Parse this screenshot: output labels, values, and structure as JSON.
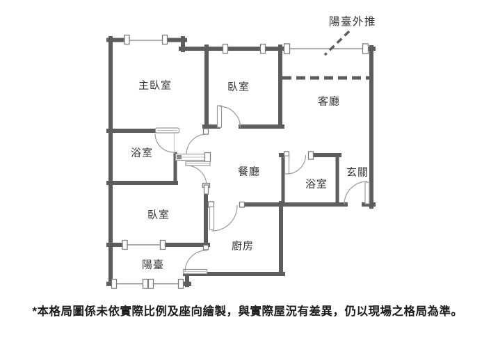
{
  "title": "apartment-floor-plan",
  "colors": {
    "background": "#ffffff",
    "wall": "#5d5d5d",
    "thin_line": "#8f8f8f",
    "door_arc": "#9a9a9a",
    "text": "#333333",
    "disclaimer_text": "#1c1c1c"
  },
  "annotation": {
    "label": "陽臺外推"
  },
  "rooms": [
    {
      "id": "master-bedroom",
      "label": "主臥室"
    },
    {
      "id": "bedroom-top",
      "label": "臥室"
    },
    {
      "id": "living-room",
      "label": "客廳"
    },
    {
      "id": "bathroom-main",
      "label": "浴室"
    },
    {
      "id": "dining-room",
      "label": "餐廳"
    },
    {
      "id": "entryway",
      "label": "玄關"
    },
    {
      "id": "bathroom-guest",
      "label": "浴室"
    },
    {
      "id": "bedroom-bottom",
      "label": "臥室"
    },
    {
      "id": "kitchen",
      "label": "廚房"
    },
    {
      "id": "balcony",
      "label": "陽臺"
    }
  ],
  "disclaimer": "*本格局圖係未依實際比例及座向繪製，與實際屋況有差異，仍以現場之格局為準。"
}
